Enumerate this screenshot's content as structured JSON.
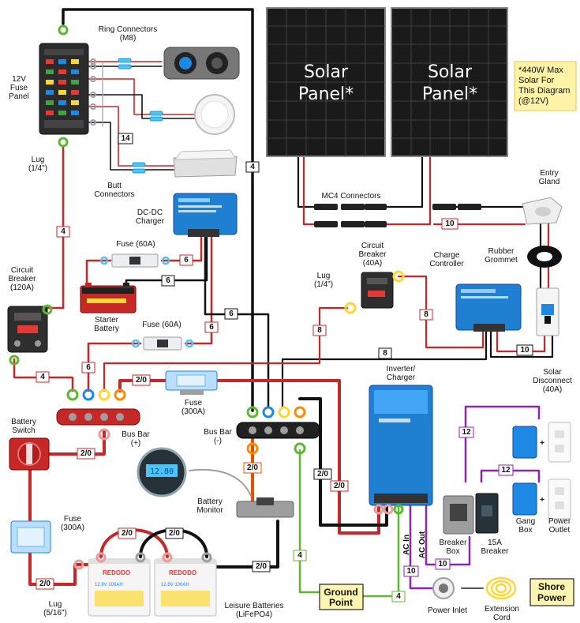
{
  "panels": [
    {
      "line1": "Solar",
      "line2": "Panel*"
    },
    {
      "line1": "Solar",
      "line2": "Panel*"
    }
  ],
  "note": {
    "lines": [
      "*440W Max",
      "Solar For",
      "This Diagram",
      "(@12V)"
    ]
  },
  "labels": {
    "ring_connectors": [
      "Ring Connectors",
      "(M8)"
    ],
    "fuse_panel": [
      "12V",
      "Fuse",
      "Panel"
    ],
    "lug_quarter": [
      "Lug",
      "(1/4\")"
    ],
    "butt_connectors": [
      "Butt",
      "Connectors"
    ],
    "dcdc_charger": [
      "DC-DC",
      "Charger"
    ],
    "mc4_connectors": [
      "MC4 Connectors"
    ],
    "entry_gland": [
      "Entry",
      "Gland"
    ],
    "circuit_breaker_120": [
      "Circuit",
      "Breaker",
      "(120A)"
    ],
    "fuse_60a_top": [
      "Fuse (60A)"
    ],
    "starter_battery": [
      "Starter",
      "Battery"
    ],
    "fuse_60a_mid": [
      "Fuse (60A)"
    ],
    "lug_quarter_right": [
      "Lug",
      "(1/4\")"
    ],
    "circuit_breaker_40": [
      "Circuit",
      "Breaker",
      "(40A)"
    ],
    "charge_controller": [
      "Charge",
      "Controller"
    ],
    "rubber_grommet": [
      "Rubber",
      "Grommet"
    ],
    "solar_disconnect": [
      "Solar",
      "Disconnect",
      "(40A)"
    ],
    "fuse_300a_top": [
      "Fuse",
      "(300A)"
    ],
    "inverter_charger": [
      "Inverter/",
      "Charger"
    ],
    "battery_switch": [
      "Battery",
      "Switch"
    ],
    "bus_bar_pos": [
      "Bus Bar",
      "(+)"
    ],
    "bus_bar_neg": [
      "Bus Bar",
      "(-)"
    ],
    "battery_monitor": [
      "Battery",
      "Monitor"
    ],
    "fuse_300a_bottom": [
      "Fuse",
      "(300A)"
    ],
    "lug_5_16": [
      "Lug",
      "(5/16\")"
    ],
    "leisure_batteries": [
      "Leisure Batteries",
      "(LiFePO4)"
    ],
    "ground_point": [
      "Ground",
      "Point"
    ],
    "ac_in": [
      "AC In"
    ],
    "ac_out": [
      "AC Out"
    ],
    "breaker_box": [
      "Breaker",
      "Box"
    ],
    "breaker_15a": [
      "15A",
      "Breaker"
    ],
    "gang_box": [
      "Gang",
      "Box"
    ],
    "power_outlet": [
      "Power",
      "Outlet"
    ],
    "power_inlet": [
      "Power Inlet"
    ],
    "extension_cord": [
      "Extension",
      "Cord"
    ],
    "shore_power": [
      "Shore",
      "Power"
    ]
  },
  "wire_tags": {
    "t14": "14",
    "t4_top": "4",
    "t4_left": "4",
    "t6_fuse_top": "6",
    "t6_dcdc": "6",
    "t6_starter": "6",
    "t6_fuse_mid": "6",
    "t6_left": "6",
    "t10_mc4": "10",
    "t8_cb": "8",
    "t8_cc": "8",
    "t8_long": "8",
    "t10_cc": "10",
    "t4_left_low": "4",
    "t2_0_fuse": "2/0",
    "t2_0_switch": "2/0",
    "t2_0_monitor": "2/0",
    "t2_0_inv1": "2/0",
    "t2_0_inv2": "2/0",
    "t2_0_bat1": "2/0",
    "t2_0_bat2": "2/0",
    "t2_0_bat3": "2/0",
    "t2_0_lug": "2/0",
    "t4_ground1": "4",
    "t4_ground2": "4",
    "t12_top": "12",
    "t12_mid": "12",
    "t10_ac1": "10",
    "t10_ac2": "10"
  },
  "devices": {
    "monitor_display": "12.80",
    "battery_brand": "REDODO",
    "battery_spec": "12.8V 100AH",
    "plus": "+"
  },
  "colors": {
    "red_wire": "#c62828",
    "black_wire": "#111111",
    "green_wire": "#5cb82e",
    "purple_wire": "#8e24aa",
    "gray_wire": "#9e9e9e",
    "victron_blue": "#1f7fd1",
    "note_bg": "#fff3a8",
    "highlight_bg": "#fff5b0"
  }
}
